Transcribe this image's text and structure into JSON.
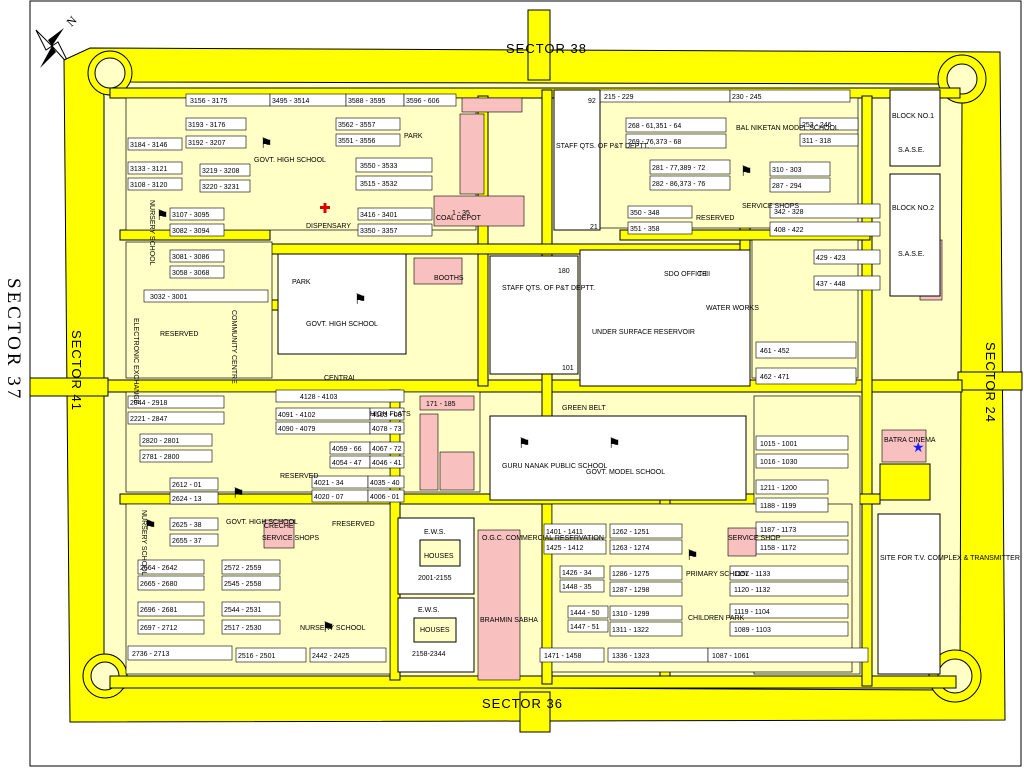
{
  "map": {
    "sectors": {
      "north": "SECTOR 38",
      "south": "SECTOR 36",
      "west_inner": "SECTOR 41",
      "west_outer": "SECTOR 37",
      "east": "SECTOR 24"
    },
    "areas": {
      "central": "CENTRAL",
      "green_belt": "GREEN BELT",
      "park": "PARK",
      "park_small": "PARK",
      "children_park": "CHILDREN PARK",
      "govt_high_school_1": "GOVT. HIGH SCHOOL",
      "govt_high_school_park": "GOVT. HIGH SCHOOL",
      "govt_high_school_3": "GOVT. HIGH SCHOOL",
      "nursery_school_1": "NURSERY SCHOOL",
      "nursery_school_2": "NURSERY SCHOOL",
      "nursery_school_3": "NURSERY SCHOOL",
      "dispensary": "DISPENSARY",
      "staff_qts_1": "STAFF QTS. OF P&T DEPTT.",
      "staff_qts_2": "STAFF QTS. OF P&T DEPTT.",
      "bal_niketan": "BAL NIKETAN MODEL SCHOOL",
      "sase1": "S.A.S.E.",
      "sase2": "S.A.S.E.",
      "block1": "BLOCK NO.1",
      "block2": "BLOCK NO.2",
      "reserved1": "RESERVED",
      "reserved2": "RESERVED",
      "reserved3": "RESERVED",
      "service_shops1": "SERVICE SHOPS",
      "service_shops2": "SERVICE SHOPS",
      "service_shop3": "SERVICE SHOP",
      "electronic_exchange": "ELECTRONIC EXCHANGE",
      "community_centre": "COMMUNITY CENTRE",
      "water_works": "WATER WORKS",
      "underground_reservoir": "UNDER SURFACE RESERVOIR",
      "tiii": "T-III",
      "sdo_office": "SDO OFFICE",
      "guru_nanak": "GURU NANAK PUBLIC SCHOOL",
      "govt_model_school": "GOVT. MODEL SCHOOL",
      "batra_cinema": "BATRA CINEMA",
      "site_tv": "SITE FOR T.V. COMPLEX & TRANSMITTER",
      "ews1_title": "E.W.S.",
      "ews1_sub": "HOUSES",
      "ews1_range": "2001-2155",
      "ews2_title": "E.W.S.",
      "ews2_sub": "HOUSES",
      "ews2_range": "2158-2344",
      "primary_school": "PRIMARY SCHOOL",
      "high_flats": "HIGH FLATS",
      "creche": "CRECHE",
      "booths": "BOOTHS",
      "coal_depot": "COAL DEPOT",
      "freserved": "FRESERVED",
      "dharam_sabha": "BRAHMIN SABHA",
      "ogc": "O.G.C. COMMERCIAL RESERVATION"
    },
    "plots": [
      {
        "t": "3156 - 3175"
      },
      {
        "t": "3495 - 3514"
      },
      {
        "t": "3588 - 3595"
      },
      {
        "t": "3596 - 606"
      },
      {
        "t": "3193 - 3176"
      },
      {
        "t": "3192 - 3207"
      },
      {
        "t": "3184 - 3146"
      },
      {
        "t": "3133 - 3121"
      },
      {
        "t": "3108 - 3120"
      },
      {
        "t": "3562 - 3557"
      },
      {
        "t": "3551 - 3556"
      },
      {
        "t": "3550 - 3533"
      },
      {
        "t": "3515 - 3532"
      },
      {
        "t": "3219 - 3208"
      },
      {
        "t": "3220 - 3231"
      },
      {
        "t": "3107 - 3095"
      },
      {
        "t": "3082 - 3094"
      },
      {
        "t": "3081 - 3086"
      },
      {
        "t": "3058 - 3068"
      },
      {
        "t": "3416 - 3401"
      },
      {
        "t": "3350 - 3357"
      },
      {
        "t": "3032 - 3001"
      },
      {
        "t": "215 - 229"
      },
      {
        "t": "230 - 245"
      },
      {
        "t": "268 - 61,351 - 64"
      },
      {
        "t": "269 - 76,373 - 68"
      },
      {
        "t": "281 - 77,389 - 72"
      },
      {
        "t": "282 - 86,373 - 76"
      },
      {
        "t": "253 - 246"
      },
      {
        "t": "311 - 318"
      },
      {
        "t": "310 - 303"
      },
      {
        "t": "287 - 294"
      },
      {
        "t": "350 - 348"
      },
      {
        "t": "351 - 358"
      },
      {
        "t": "342 - 328"
      },
      {
        "t": "408 - 422"
      },
      {
        "t": "429 - 423"
      },
      {
        "t": "437 - 448"
      },
      {
        "t": "461 - 452"
      },
      {
        "t": "462 - 471"
      },
      {
        "t": "4128 - 4103"
      },
      {
        "t": "2944 - 2918"
      },
      {
        "t": "2221 - 2847"
      },
      {
        "t": "2820 - 2801"
      },
      {
        "t": "2781 - 2800"
      },
      {
        "t": "4091 - 4102"
      },
      {
        "t": "4090 - 4079"
      },
      {
        "t": "4103 - 08"
      },
      {
        "t": "4078 - 73"
      },
      {
        "t": "4059 - 66"
      },
      {
        "t": "4054 - 47"
      },
      {
        "t": "4067 - 72"
      },
      {
        "t": "4046 - 41"
      },
      {
        "t": "4021 - 34"
      },
      {
        "t": "4020 - 07"
      },
      {
        "t": "4035 - 40"
      },
      {
        "t": "4006 - 01"
      },
      {
        "t": "2612 - 01"
      },
      {
        "t": "2624 - 13"
      },
      {
        "t": "2625 - 38"
      },
      {
        "t": "2655 - 37"
      },
      {
        "t": "1015 - 1001"
      },
      {
        "t": "1016 - 1030"
      },
      {
        "t": "1211 - 1200"
      },
      {
        "t": "1188 - 1199"
      },
      {
        "t": "1187 - 1173"
      },
      {
        "t": "1158 - 1172"
      },
      {
        "t": "1157 - 1133"
      },
      {
        "t": "1120 - 1132"
      },
      {
        "t": "1119 - 1104"
      },
      {
        "t": "1089 - 1103"
      },
      {
        "t": "1401 - 1411"
      },
      {
        "t": "1425 - 1412"
      },
      {
        "t": "1262 - 1251"
      },
      {
        "t": "1263 - 1274"
      },
      {
        "t": "1286 - 1275"
      },
      {
        "t": "1287 - 1298"
      },
      {
        "t": "1310 - 1299"
      },
      {
        "t": "1311 - 1322"
      },
      {
        "t": "1471 - 1458"
      },
      {
        "t": "1336 - 1323"
      },
      {
        "t": "1087 - 1061"
      },
      {
        "t": "2664 - 2642"
      },
      {
        "t": "2665 - 2680"
      },
      {
        "t": "2696 - 2681"
      },
      {
        "t": "2697 - 2712"
      },
      {
        "t": "2572 - 2559"
      },
      {
        "t": "2545 - 2558"
      },
      {
        "t": "2544 - 2531"
      },
      {
        "t": "2517 - 2530"
      },
      {
        "t": "2736 - 2713"
      },
      {
        "t": "2516 - 2501"
      },
      {
        "t": "2442 - 2425"
      },
      {
        "t": "1426 - 34"
      },
      {
        "t": "1448 - 35"
      },
      {
        "t": "1444 - 50"
      },
      {
        "t": "1447 - 51"
      },
      {
        "t": "1 - 35"
      },
      {
        "t": "171 - 185"
      },
      {
        "t": "180"
      },
      {
        "t": "101"
      },
      {
        "t": "92"
      },
      {
        "t": "21"
      }
    ],
    "colors": {
      "road": "#ffff00",
      "block": "#ffffc6",
      "special": "#f9c0c0"
    }
  }
}
